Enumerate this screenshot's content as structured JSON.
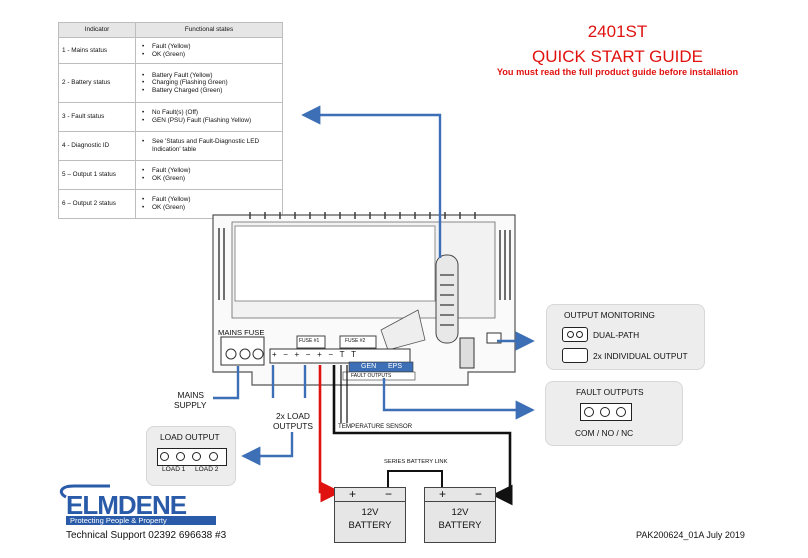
{
  "led_table": {
    "headers": [
      "Indicator",
      "Functional states"
    ],
    "rows": [
      {
        "indicator": "1 - Mains status",
        "states": [
          "Fault (Yellow)",
          "OK (Green)"
        ]
      },
      {
        "indicator": "2 - Battery status",
        "states": [
          "Battery Fault (Yellow)",
          "Charging (Flashing Green)",
          "Battery Charged (Green)"
        ]
      },
      {
        "indicator": "3 - Fault status",
        "states": [
          "No Fault(s) (Off)",
          "GEN (PSU) Fault (Flashing Yellow)"
        ]
      },
      {
        "indicator": "4 - Diagnostic ID",
        "states": [
          "See 'Status and Fault-Diagnostic LED Indication' table"
        ]
      },
      {
        "indicator": "5 – Output 1 status",
        "states": [
          "Fault (Yellow)",
          "OK (Green)"
        ]
      },
      {
        "indicator": "6 – Output 2 status",
        "states": [
          "Fault (Yellow)",
          "OK (Green)"
        ]
      }
    ]
  },
  "header": {
    "model": "2401ST",
    "title": "QUICK START GUIDE",
    "warning": "You must read the full product guide before installation"
  },
  "device": {
    "mains_fuse": "MAINS FUSE",
    "fuse_1": "FUSE #1",
    "fuse_2": "FUSE #2",
    "gen": "GEN",
    "eps": "EPS",
    "fault_outputs_strip": "FAULT OUTPUTS",
    "terminal_marks": [
      "+",
      "−",
      "+",
      "−",
      "+",
      "−",
      "T",
      "T"
    ]
  },
  "labels": {
    "mains_supply": [
      "MAINS",
      "SUPPLY"
    ],
    "load_outputs": [
      "2x LOAD",
      "OUTPUTS"
    ],
    "temperature_sensor": "TEMPERATURE SENSOR",
    "series_battery_link": "SERIES BATTERY LINK"
  },
  "output_monitoring": {
    "title": "OUTPUT MONITORING",
    "options": [
      "DUAL-PATH",
      "2x INDIVIDUAL OUTPUT"
    ]
  },
  "fault_outputs": {
    "title": "FAULT OUTPUTS",
    "contacts": "COM / NO / NC"
  },
  "load_output": {
    "title": "LOAD OUTPUT",
    "load_1": "LOAD 1",
    "load_2": "LOAD 2"
  },
  "batteries": [
    {
      "plus": "+",
      "minus": "−",
      "voltage": "12V",
      "label": "BATTERY"
    },
    {
      "plus": "+",
      "minus": "−",
      "voltage": "12V",
      "label": "BATTERY"
    }
  ],
  "footer": {
    "brand": "ELMDENE",
    "tagline": "Protecting People & Property",
    "support": "Technical Support 02392 696638 #3",
    "doc_ref": "PAK200624_01A July 2019"
  },
  "colors": {
    "title_red": "#e0120f",
    "wire_blue": "#3d6fb6",
    "wire_red": "#e0120f",
    "brand_blue": "#2a5ba8"
  }
}
